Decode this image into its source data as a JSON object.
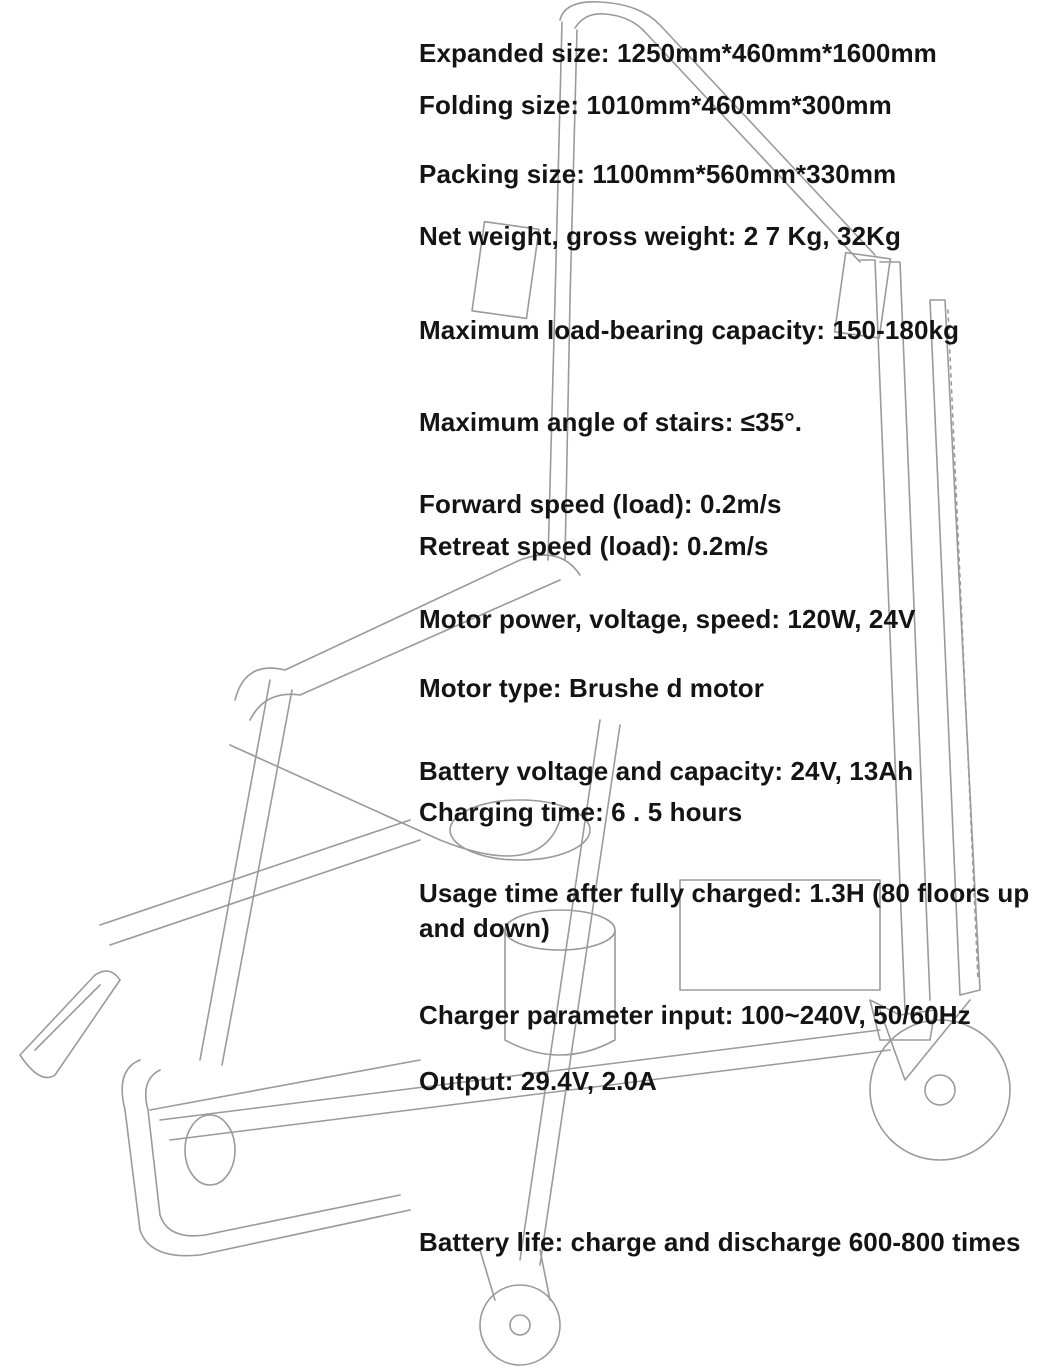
{
  "specs": {
    "expanded_size": "Expanded size: 1250mm*460mm*1600mm",
    "folding_size": "Folding size: 1010mm*460mm*300mm",
    "packing_size": "Packing size: 1100mm*560mm*330mm",
    "net_gross_weight": "Net weight, gross weight: 2 7 Kg, 32Kg",
    "max_load": "Maximum load-bearing capacity: 150-180kg",
    "max_stair_angle": "Maximum angle of stairs: ≤35°.",
    "forward_speed": "Forward speed (load): 0.2m/s",
    "retreat_speed": "Retreat speed (load): 0.2m/s",
    "motor_power": "Motor power, voltage, speed: 120W, 24V",
    "motor_type": "Motor type: Brushe d motor",
    "battery_voltage": "Battery voltage and capacity: 24V, 13Ah",
    "charging_time": "Charging time: 6 . 5 hours",
    "usage_time": "Usage time after fully charged: 1.3H (80 floors up and down)",
    "charger_input": "Charger parameter input: 100~240V, 50/60Hz",
    "output": "Output: 29.4V, 2.0A",
    "battery_life": "Battery life: charge and discharge 600-800 times"
  },
  "illustration": {
    "icon": "stair-climbing-chair-line-drawing",
    "stroke_color": "#9a9a9a",
    "text_color": "#141414"
  }
}
